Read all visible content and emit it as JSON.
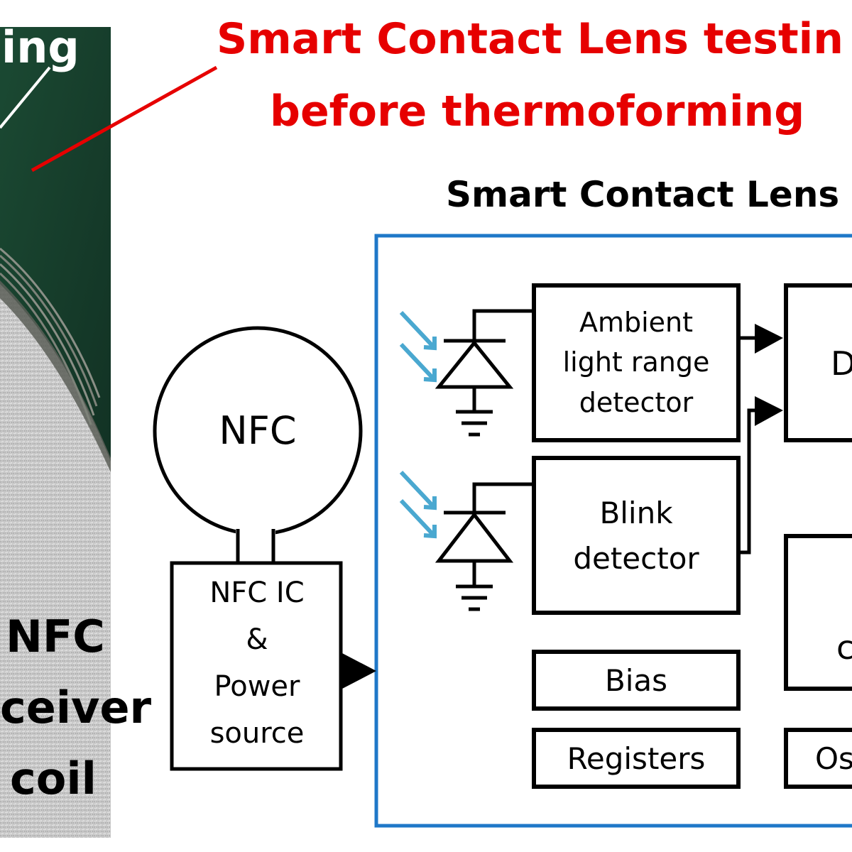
{
  "photo": {
    "ring_label_partial": "ing",
    "nfc_label_line1": "NFC",
    "nfc_label_line2": "ceiver",
    "nfc_label_line3": "coil"
  },
  "annotation": {
    "line1": "Smart Contact Lens testin",
    "line2": "before thermoforming"
  },
  "diagram": {
    "title": "Smart Contact Lens",
    "nfc_coil_label": "NFC",
    "nfc_ic": [
      "NFC  IC",
      "&",
      "Power",
      "source"
    ],
    "ambient_detector": [
      "Ambient",
      "light range",
      "detector"
    ],
    "blink_detector": [
      "Blink",
      "detector"
    ],
    "bias_label": "Bias",
    "registers_label": "Registers",
    "partial_block_top": "D",
    "partial_block_middle": "c",
    "partial_block_bottom": "Os"
  },
  "colors": {
    "annotation": "#e60000",
    "frame": "#1f78c8",
    "light_arrow": "#4aa8d0",
    "photo_green": "#173e2c"
  }
}
